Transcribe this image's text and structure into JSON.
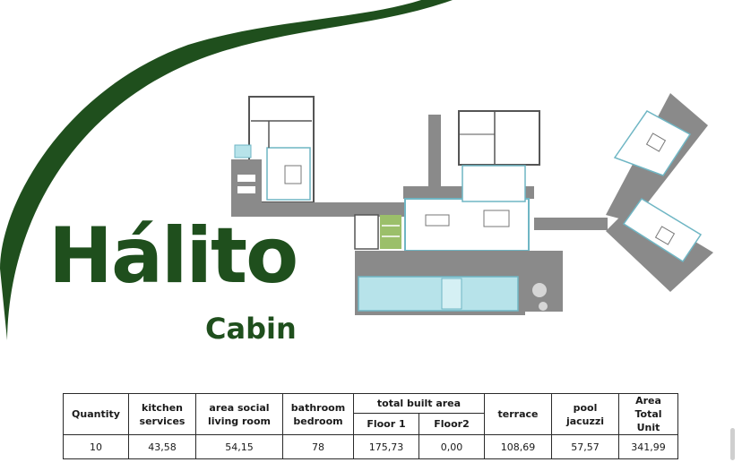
{
  "brand": {
    "title": "Hálito",
    "subtitle": "Cabin",
    "colors": {
      "primary": "#1f4f1d",
      "pool": "#b7e3ea",
      "wall": "#8a8a8a"
    }
  },
  "table": {
    "headers": {
      "quantity": "Quantity",
      "kitchen_l1": "kitchen",
      "kitchen_l2": "services",
      "social_l1": "area social",
      "social_l2": "living room",
      "bath_l1": "bathroom",
      "bath_l2": "bedroom",
      "total_built": "total built area",
      "floor1": "Floor 1",
      "floor2": "Floor2",
      "terrace": "terrace",
      "pool_l1": "pool",
      "pool_l2": "jacuzzi",
      "area_l1": "Area Total",
      "area_l2": "Unit"
    },
    "values": {
      "quantity": "10",
      "kitchen": "43,58",
      "social": "54,15",
      "bath": "78",
      "floor1": "175,73",
      "floor2": "0,00",
      "terrace": "108,69",
      "pool": "57,57",
      "area_total": "341,99"
    }
  }
}
